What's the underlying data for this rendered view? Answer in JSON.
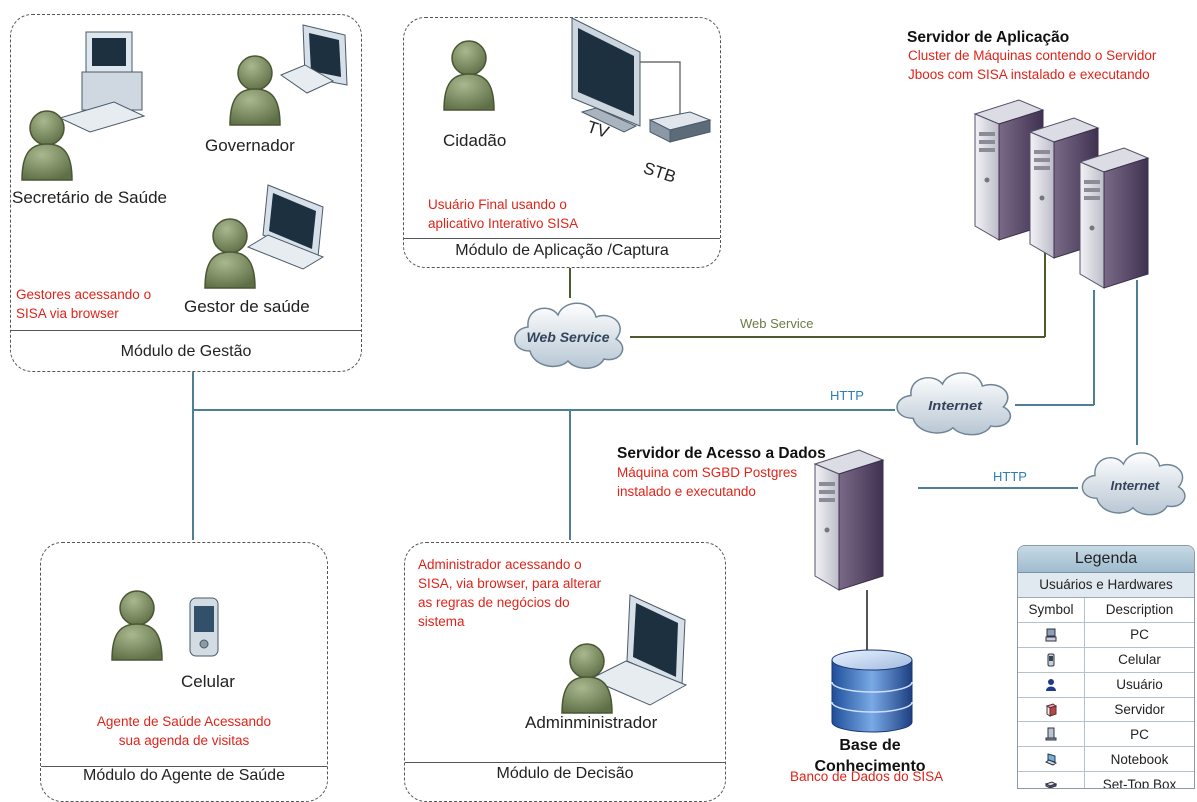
{
  "modules": {
    "gestao": {
      "title": "Módulo de Gestão",
      "users": [
        "Secretário de Saúde",
        "Governador",
        "Gestor de saúde"
      ],
      "note": [
        "Gestores acessando o",
        "SISA via browser"
      ]
    },
    "aplicacao": {
      "title": "Módulo de Aplicação /Captura",
      "users": [
        "Cidadão"
      ],
      "devices": [
        "TV",
        "STB"
      ],
      "note": [
        "Usuário Final usando o",
        "aplicativo Interativo SISA"
      ]
    },
    "agente": {
      "title": "Módulo do Agente de Saúde",
      "users": [
        "Celular"
      ],
      "note": [
        "Agente de Saúde Acessando",
        "sua agenda de visitas"
      ]
    },
    "decisao": {
      "title": "Módulo de Decisão",
      "users": [
        "Adminministrador"
      ],
      "note": [
        "Administrador acessando  o",
        "SISA, via browser, para alterar",
        "as regras de negócios do",
        "sistema"
      ]
    }
  },
  "servers": {
    "aplicacao": {
      "title": "Servidor de Aplicação",
      "note": [
        "Cluster de Máquinas contendo o  Servidor",
        "Jboos com SISA instalado e executando"
      ]
    },
    "dados": {
      "title": "Servidor de Acesso a Dados",
      "note": [
        "Máquina com SGBD Postgres",
        "instalado e executando"
      ]
    },
    "base": {
      "title": [
        "Base de",
        "Conhecimento"
      ],
      "note": "Banco de Dados do SISA"
    }
  },
  "network": {
    "web_service_cloud": "Web Service",
    "web_service_label": "Web Service",
    "internet_cloud": "Internet",
    "http_label": "HTTP"
  },
  "legend": {
    "title": "Legenda",
    "subtitle": "Usuários e Hardwares",
    "columns": [
      "Symbol",
      "Description"
    ],
    "rows": [
      {
        "icon": "pc-icon",
        "description": "PC"
      },
      {
        "icon": "mobile-icon",
        "description": "Celular"
      },
      {
        "icon": "user-icon",
        "description": "Usuário"
      },
      {
        "icon": "server-icon",
        "description": "Servidor"
      },
      {
        "icon": "pc-tower-icon",
        "description": "PC"
      },
      {
        "icon": "notebook-icon",
        "description": "Notebook"
      },
      {
        "icon": "set-top-box-icon",
        "description": "Set-Top Box"
      }
    ]
  },
  "colors": {
    "network_line": "#4f7f95",
    "web_service_line": "#4d5a2f",
    "note_red": "#e0241a",
    "user_green": "#7d8e62"
  }
}
